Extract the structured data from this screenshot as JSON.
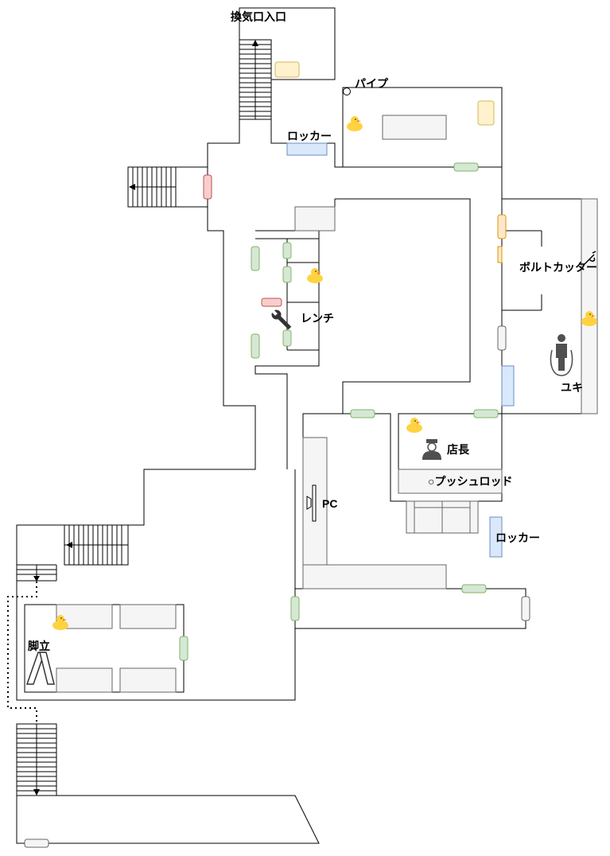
{
  "labels": {
    "vent_entrance": "換気口入口",
    "pipe": "パイプ",
    "locker_top": "ロッカー",
    "bolt_cutter": "ボルトカッター",
    "wrench": "レンチ",
    "yuki": "ユキ",
    "manager": "店長",
    "push_rod": "○プッシュロッド",
    "pc": "PC",
    "locker_right": "ロッカー",
    "stepladder": "脚立"
  },
  "colors": {
    "door_green": "#d5e8d4",
    "door_red": "#f8cecc",
    "door_orange": "#ffe6cc",
    "door_blue": "#dae8fc",
    "item_yellow": "#fff2cc",
    "furniture_gray": "#f5f5f5",
    "duck_yellow": "#ffd23f",
    "person_gray": "#505050"
  },
  "icons": {
    "duck": "rubber-duck-icon",
    "wrench": "wrench-icon",
    "bolt_cutter": "bolt-cutter-icon",
    "person": "person-icon",
    "manager": "shop-manager-icon",
    "stepladder": "stepladder-icon",
    "pc": "monitor-icon",
    "stairs_arrow": "arrow-icon"
  }
}
